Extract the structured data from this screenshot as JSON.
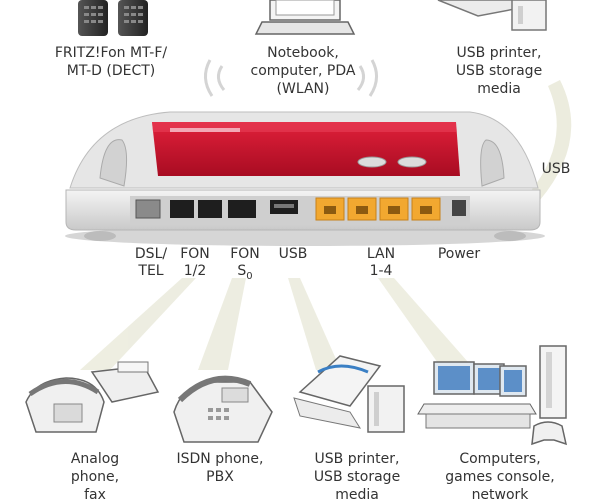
{
  "top_devices": {
    "fritzfon": {
      "line1": "FRITZ!Fon MT-F/",
      "line2": "MT-D (DECT)"
    },
    "notebook": {
      "line1": "Notebook,",
      "line2": "computer, PDA",
      "line3": "(WLAN)"
    },
    "usb_top": {
      "line1": "USB printer,",
      "line2": "USB storage",
      "line3": "media"
    }
  },
  "side_label": "USB",
  "ports": {
    "dsl": {
      "line1": "DSL/",
      "line2": "TEL"
    },
    "fon12": {
      "line1": "FON",
      "line2": "1/2"
    },
    "fons0": {
      "line1": "FON",
      "line2": "S",
      "sub": "0"
    },
    "usb": {
      "line1": "USB"
    },
    "lan": {
      "line1": "LAN",
      "line2": "1-4"
    },
    "power": {
      "line1": "Power"
    }
  },
  "bottom_devices": {
    "analog": {
      "line1": "Analog",
      "line2": "phone,",
      "line3": "fax"
    },
    "isdn": {
      "line1": "ISDN phone,",
      "line2": "PBX"
    },
    "usb_bottom": {
      "line1": "USB printer,",
      "line2": "USB storage",
      "line3": "media"
    },
    "computers": {
      "line1": "Computers,",
      "line2": "games console,",
      "line3": "network"
    }
  },
  "colors": {
    "router_red": "#c8102e",
    "router_body": "#e4e4e4",
    "lan_port": "#f2a830",
    "beam": "#ececde",
    "wlan_wave": "#d8d8d8"
  }
}
